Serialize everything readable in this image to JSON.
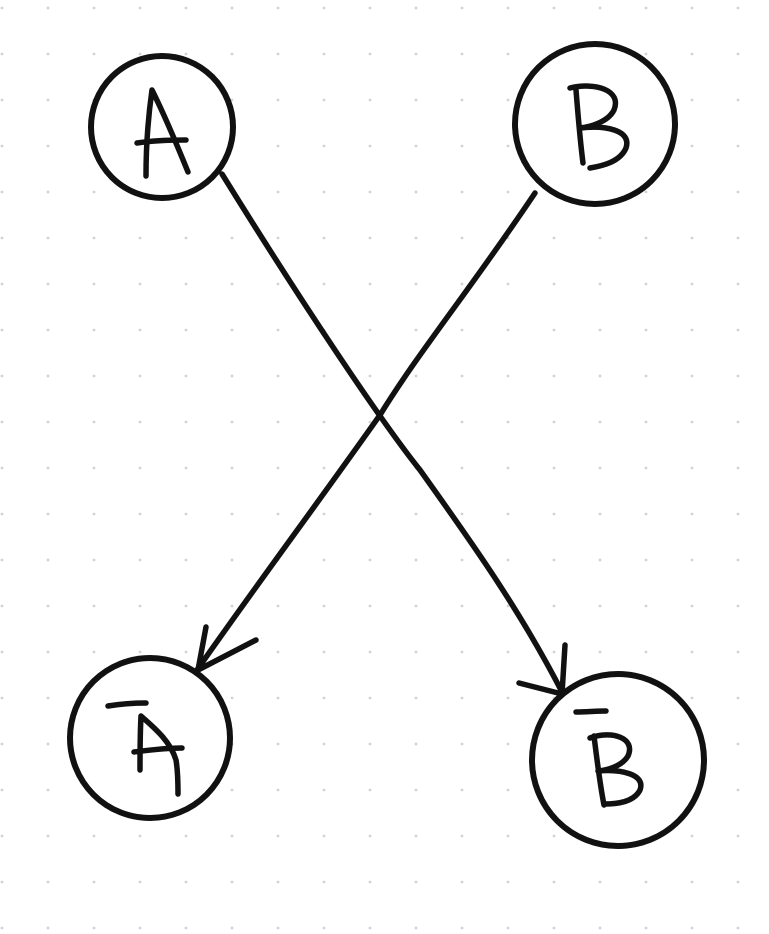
{
  "nodes": [
    {
      "id": "A",
      "label": "A",
      "negated": false
    },
    {
      "id": "B",
      "label": "B",
      "negated": false
    },
    {
      "id": "not-A",
      "label": "A",
      "negated": true
    },
    {
      "id": "not-B",
      "label": "B",
      "negated": true
    }
  ],
  "edges": [
    {
      "from": "A",
      "to": "not-B"
    },
    {
      "from": "B",
      "to": "not-A"
    }
  ],
  "colors": {
    "ink": "#111111",
    "background": "#ffffff",
    "grid_dots": "#d2d2d2"
  }
}
